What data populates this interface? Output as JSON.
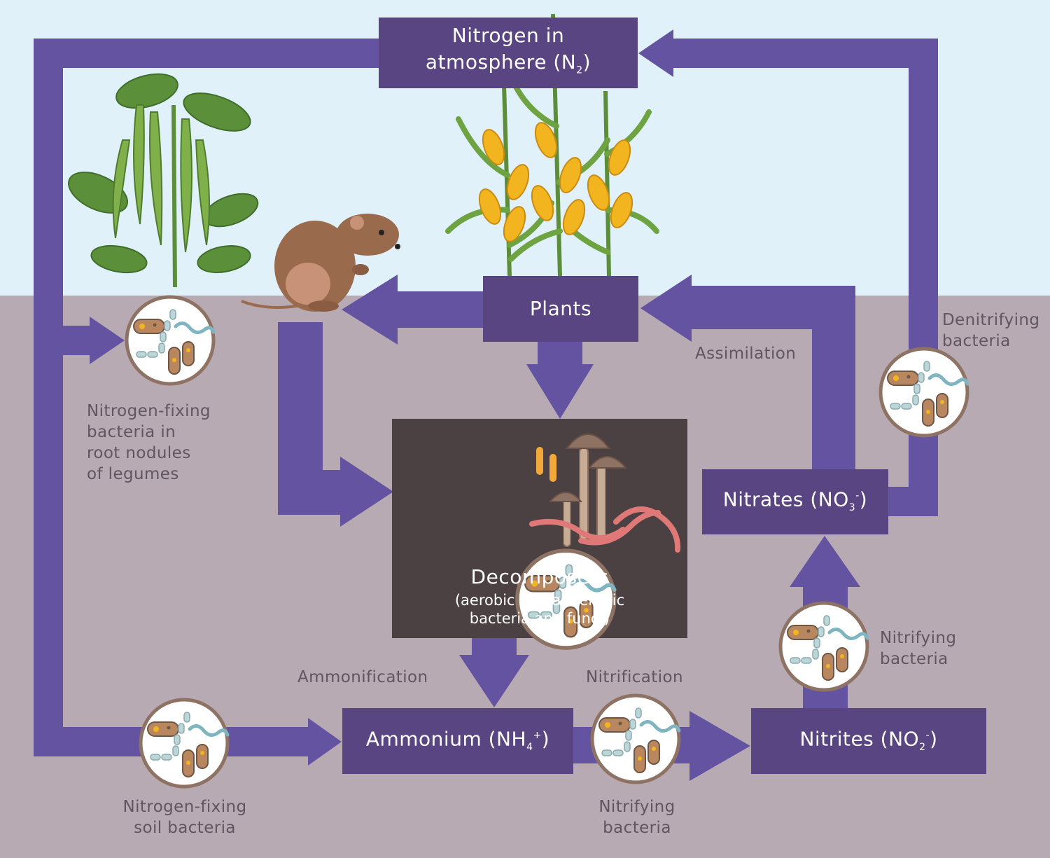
{
  "colors": {
    "sky": "#e0f1fa",
    "soil": "#b8aab3",
    "arrow": "#6353a1",
    "box": "#594582",
    "decomposer_box": "#4b4042",
    "label_text": "#5f5660"
  },
  "nodes": {
    "atmosphere": {
      "line1": "Nitrogen in",
      "line2_pre": "atmosphere (N",
      "sub": "2",
      "line2_post": ")"
    },
    "plants": {
      "label": "Plants"
    },
    "decomposers": {
      "title": "Decomposers",
      "line1": "(aerobic and anaerobic",
      "line2": "bacteria and fungi)"
    },
    "ammonium": {
      "pre": "Ammonium (NH",
      "sub": "4",
      "sup": "+",
      "post": ")"
    },
    "nitrites": {
      "pre": "Nitrites (NO",
      "sub": "2",
      "sup": "-",
      "post": ")"
    },
    "nitrates": {
      "pre": "Nitrates (NO",
      "sub": "3",
      "sup": "-",
      "post": ")"
    }
  },
  "labels": {
    "legume_bacteria": [
      "Nitrogen-fixing",
      "bacteria in",
      "root nodules",
      "of legumes"
    ],
    "soil_bacteria": [
      "Nitrogen-fixing",
      "soil bacteria"
    ],
    "nitrifying_bottom": [
      "Nitrifying",
      "bacteria"
    ],
    "nitrifying_right": [
      "Nitrifying",
      "bacteria"
    ],
    "denitrifying": [
      "Denitrifying",
      "bacteria"
    ],
    "assimilation": "Assimilation",
    "ammonification": "Ammonification",
    "nitrification": "Nitrification"
  },
  "illustrations": [
    "legume-plant",
    "corn-plants",
    "rodent",
    "mushrooms",
    "earthworms",
    "bacteria-circle"
  ]
}
